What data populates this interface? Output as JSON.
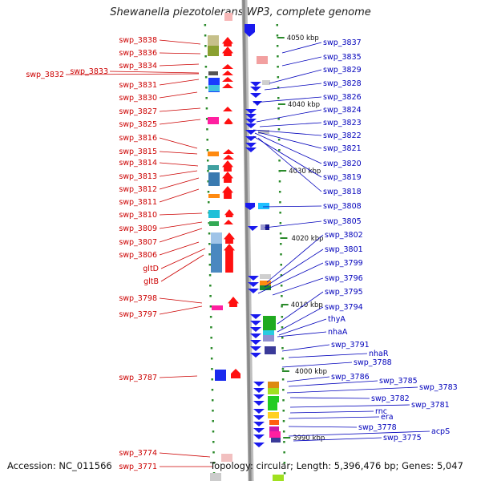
{
  "title": "Shewanella piezotolerans WP3, complete genome",
  "footer": {
    "accession": "Accession: NC_011566",
    "summary": "Topology: circular; Length: 5,396,476 bp; Genes: 5,047"
  },
  "colors": {
    "left_label": "#cc0000",
    "right_label": "#0000bb",
    "backbone": "#8a8a8a",
    "tick": "#2a8a2a"
  },
  "kbp_marks": [
    "4050 kbp",
    "4040 kbp",
    "4030 kbp",
    "4020 kbp",
    "4010 kbp",
    "4000 kbp",
    "3990 kbp"
  ],
  "left_labels": [
    "swp_3838",
    "swp_3836",
    "swp_3834",
    "swp_3833",
    "swp_3832",
    "swp_3831",
    "swp_3830",
    "swp_3827",
    "swp_3825",
    "swp_3816",
    "swp_3815",
    "swp_3814",
    "swp_3813",
    "swp_3812",
    "swp_3811",
    "swp_3810",
    "swp_3809",
    "swp_3807",
    "swp_3806",
    "gltD",
    "gltB",
    "swp_3798",
    "swp_3797",
    "swp_3787",
    "swp_3774",
    "swp_3771"
  ],
  "right_labels": [
    "swp_3837",
    "swp_3835",
    "swp_3829",
    "swp_3828",
    "swp_3826",
    "swp_3824",
    "swp_3823",
    "swp_3822",
    "swp_3821",
    "swp_3820",
    "swp_3819",
    "swp_3818",
    "swp_3808",
    "swp_3805",
    "swp_3802",
    "swp_3801",
    "swp_3799",
    "swp_3796",
    "swp_3795",
    "swp_3794",
    "thyA",
    "nhaA",
    "swp_3791",
    "nhaR",
    "swp_3788",
    "swp_3786",
    "swp_3785",
    "swp_3783",
    "swp_3782",
    "swp_3781",
    "rnc",
    "era",
    "swp_3778",
    "acpS",
    "swp_3775"
  ]
}
